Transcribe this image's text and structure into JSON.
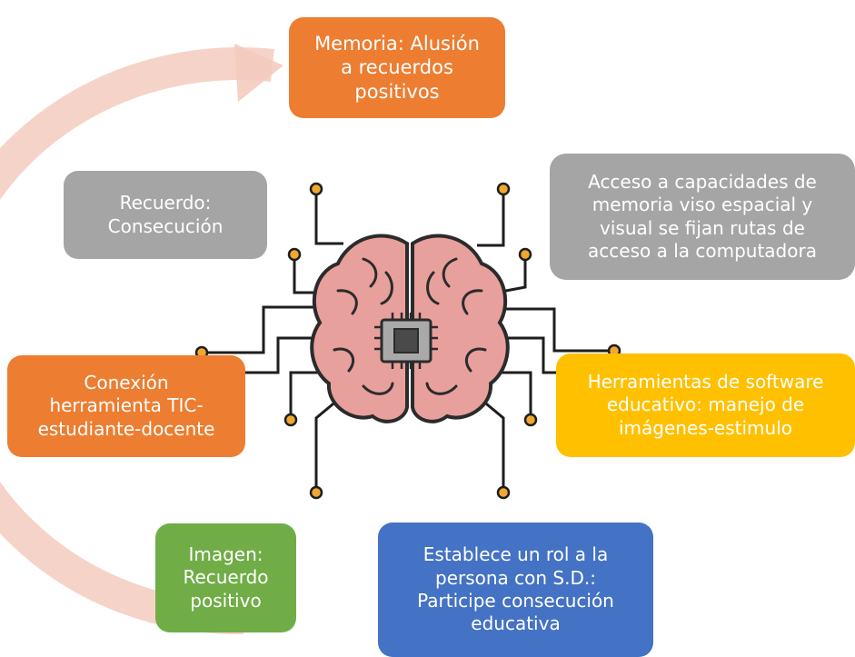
{
  "diagram": {
    "colors": {
      "cycle_arrow": "#F4CBBE",
      "orange": "#ED7D31",
      "gray": "#A5A5A5",
      "gold": "#FFC000",
      "green": "#70AD47",
      "blue": "#4472C4",
      "brain_fill": "#E8A09D",
      "brain_outline": "#2B2B2B",
      "circuit_node": "#F0A830"
    },
    "center_icon": "brain-chip-icon",
    "cycle_icon": "circular-arrow-icon",
    "nodes": {
      "memoria": "Memoria: Alusión\na recuerdos\npositivos",
      "recuerdo": "Recuerdo:\nConsecución",
      "acceso": "Acceso a capacidades de\nmemoria viso espacial y\nvisual se fijan rutas de\nacceso a la computadora",
      "conexion": "Conexión\nherramienta TIC-\nestudiante-docente",
      "herramientas": "Herramientas de software\neducativo: manejo de\nimágenes-estimulo",
      "imagen": "Imagen:\nRecuerdo\npositivo",
      "establece": "Establece un rol a la\npersona con S.D.:\nParticipe consecución\neducativa"
    }
  }
}
